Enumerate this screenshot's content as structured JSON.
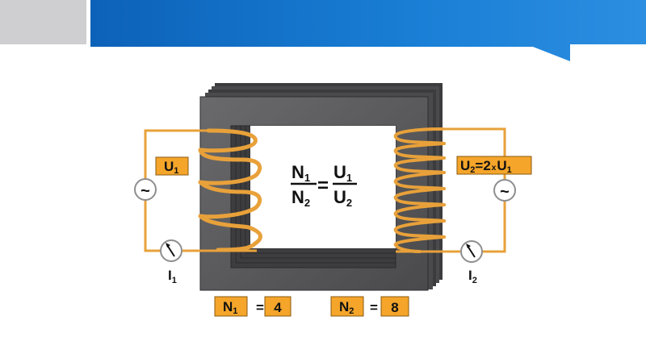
{
  "header": {
    "accent": "#1a73c9",
    "accent_light": "#3fa0e8",
    "side_block": "#cfcfd1"
  },
  "core": {
    "color": "#555557",
    "edge": "#2e2e30"
  },
  "winding": {
    "color": "#e8a13a"
  },
  "label_box": {
    "fill": "#f4a52a"
  },
  "primary": {
    "voltage": {
      "main": "U",
      "sub": "1"
    },
    "current": {
      "main": "I",
      "sub": "1"
    },
    "turns": {
      "main": "N",
      "sub": "1",
      "eq": "=",
      "value": "4"
    }
  },
  "secondary": {
    "voltage": {
      "main": "U",
      "sub": "2",
      "rel": "=2",
      "times": "x",
      "main2": "U",
      "sub2": "1"
    },
    "current": {
      "main": "I",
      "sub": "2"
    },
    "turns": {
      "main": "N",
      "sub": "2",
      "eq": "=",
      "value": "8"
    }
  },
  "formula": {
    "num_left": {
      "main": "N",
      "sub": "1"
    },
    "den_left": {
      "main": "N",
      "sub": "2"
    },
    "eq": "=",
    "num_right": {
      "main": "U",
      "sub": "1"
    },
    "den_right": {
      "main": "U",
      "sub": "2"
    }
  },
  "icons": {
    "source": "ac-source-icon",
    "meter": "ammeter-icon"
  }
}
